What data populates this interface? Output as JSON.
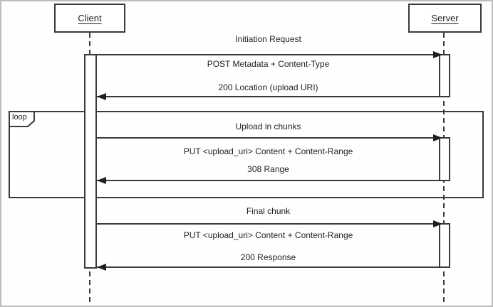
{
  "actors": {
    "client": "Client",
    "server": "Server"
  },
  "loop_fragment": {
    "label": "loop"
  },
  "sections": {
    "initiation": {
      "title": "Initiation Request",
      "request": "POST Metadata + Content-Type",
      "response": "200 Location (upload URI)"
    },
    "chunk_loop": {
      "title": "Upload in chunks",
      "request": "PUT <upload_uri> Content + Content-Range",
      "response": "308 Range"
    },
    "final_chunk": {
      "title": "Final chunk",
      "request": "PUT <upload_uri> Content + Content-Range",
      "response": "200 Response"
    }
  },
  "colors": {
    "line": "#3a3a3a",
    "background": "#fefefe",
    "outer_border": "#bdbdbd"
  }
}
